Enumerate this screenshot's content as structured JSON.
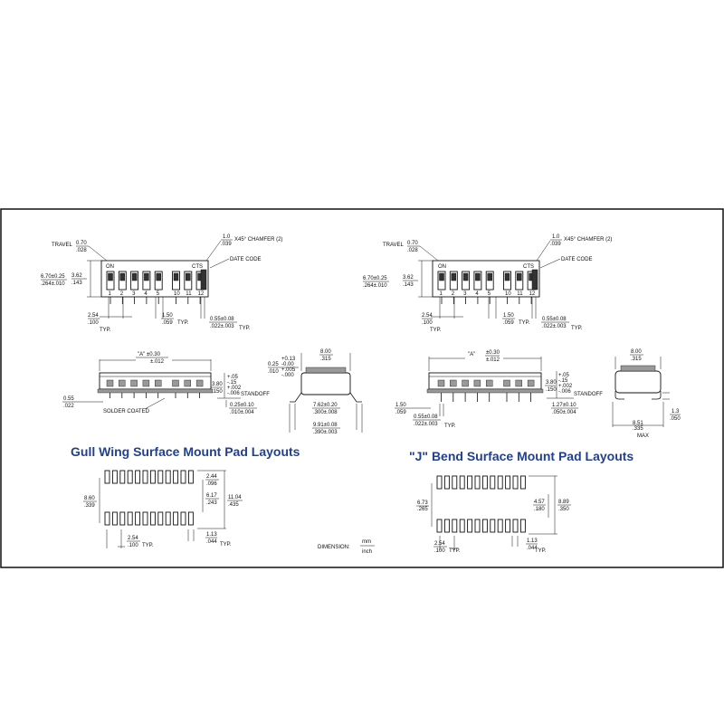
{
  "titles": {
    "gull_wing": "Gull Wing Surface Mount Pad Layouts",
    "j_bend": "\"J\" Bend Surface Mount Pad Layouts"
  },
  "top_view": {
    "travel": "TRAVEL",
    "travel_mm": "0.70",
    "travel_in": ".028",
    "chamfer_mm": "1.0",
    "chamfer_in": ".039",
    "chamfer_label": "X45° CHAMFER (2)",
    "date_code": "DATE CODE",
    "on": "ON",
    "cts": "CTS",
    "width_mm": "6.70±0.25",
    "width_in": ".264±.010",
    "h_mm": "3.62",
    "h_in": ".143",
    "pitch_mm": "2.54",
    "pitch_in": ".100",
    "typ": "TYP.",
    "lead_w_mm": "1.50",
    "lead_w_in": ".059",
    "lead_t_mm": "0.55±0.08",
    "lead_t_in": ".022±.003",
    "positions": [
      "1",
      "2",
      "3",
      "4",
      "5",
      "10",
      "11",
      "12"
    ]
  },
  "side_view": {
    "a_mm": "\"A\" ±0.30",
    "a_in": "±.012",
    "a_mm_j": "\"A\"",
    "a_tol_mm_j": "±0.30",
    "a_tol_in_j": "±.012",
    "h_mm": "3.80",
    "h_in": ".150",
    "tol_plus": "+.05",
    "tol_minus": "-.15",
    "tol_plus_in": "+.002",
    "tol_minus_in": "-.006",
    "tol_plus_j": "+.05",
    "tol_minus_j": "-.15",
    "tol_plus_in_j": "+.002",
    "tol_minus_in_j": "-.006",
    "standoff": "STANDOFF",
    "standoff_mm": "0.25±0.10",
    "standoff_in": ".010±.004",
    "standoff_j_mm": "1.27±0.10",
    "standoff_j_in": ".050±.004",
    "lead_mm": "0.55",
    "lead_in": ".022",
    "lead_j_mm": "1.50",
    "lead_j_in": ".059",
    "lead_t_j_mm": "0.55±0.08",
    "lead_t_j_in": ".022±.003",
    "solder": "SOLDER COATED",
    "typ": "TYP."
  },
  "end_view": {
    "w_mm": "8.00",
    "w_in": ".315",
    "t_plus": "+0.13",
    "t_minus": "-0.00",
    "t_mm": "0.25",
    "t_in": ".010",
    "t_in_plus": "+.005",
    "t_in_minus": "-.000",
    "row_mm": "7.62±0.20",
    "row_in": ".300±.008",
    "span_mm": "9.91±0.08",
    "span_in": ".390±.003",
    "j_w_mm": "8.00",
    "j_w_in": ".315",
    "j_h_mm": "1.3",
    "j_h_in": ".050",
    "j_span_mm": "8.51",
    "j_span_in": ".335",
    "j_max": "MAX"
  },
  "gull_pads": {
    "row_mm": "8.60",
    "row_in": ".339",
    "pad_l_mm": "2.44",
    "pad_l_in": ".096",
    "inner_mm": "6.17",
    "inner_in": ".243",
    "outer_mm": "11.04",
    "outer_in": ".435",
    "pitch_mm": "2.54",
    "pitch_in": ".100",
    "typ": "TYP.",
    "pad_w_mm": "1.13",
    "pad_w_in": ".044"
  },
  "j_pads": {
    "row_mm": "6.73",
    "row_in": ".265",
    "inner_mm": "4.57",
    "inner_in": ".180",
    "outer_mm": "8.89",
    "outer_in": ".350",
    "pitch_mm": "2.54",
    "pitch_in": ".100",
    "typ": "TYP.",
    "pad_w_mm": "1.13",
    "pad_w_in": ".044"
  },
  "dimension": {
    "label": "DIMENSION:",
    "mm": "mm",
    "inch": "inch"
  }
}
